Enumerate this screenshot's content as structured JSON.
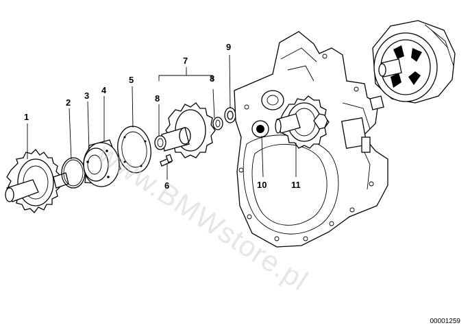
{
  "diagram": {
    "watermark": "www.BMWstore.pl",
    "diagram_id": "00001259",
    "callouts": [
      {
        "label": "1",
        "part": "drive-gear-shaft"
      },
      {
        "label": "2",
        "part": "o-ring"
      },
      {
        "label": "3",
        "part": "bearing-race"
      },
      {
        "label": "4",
        "part": "bearing-housing"
      },
      {
        "label": "5",
        "part": "gasket-plate"
      },
      {
        "label": "6",
        "part": "bolt"
      },
      {
        "label": "7",
        "part": "intermediate-gear-assembly"
      },
      {
        "label": "8",
        "part": "needle-bearing-left"
      },
      {
        "label": "8",
        "part": "needle-bearing-right"
      },
      {
        "label": "9",
        "part": "shaft-seal"
      },
      {
        "label": "10",
        "part": "bushing"
      },
      {
        "label": "11",
        "part": "gear-set"
      }
    ]
  }
}
